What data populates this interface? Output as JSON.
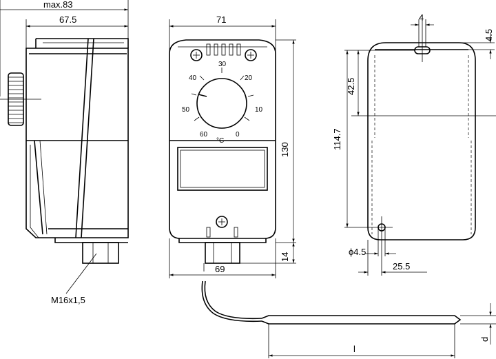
{
  "dimensions": {
    "max_depth": "max.83",
    "body_depth": "67.5",
    "front_width": "71",
    "height_130": "130",
    "height_14": "14",
    "base_width": "69",
    "slot_4": "4",
    "slot_4_5": "4.5",
    "hole_dist": "42.5",
    "height_114_7": "114.7",
    "hole_diam": "ϕ4.5",
    "offset_25_5": "25.5",
    "probe_length": "l",
    "probe_diam": "d"
  },
  "cable_gland_label": "M16x1,5",
  "dial": {
    "unit": "°C",
    "ticks": [
      "0",
      "10",
      "20",
      "30",
      "40",
      "50",
      "60"
    ]
  }
}
